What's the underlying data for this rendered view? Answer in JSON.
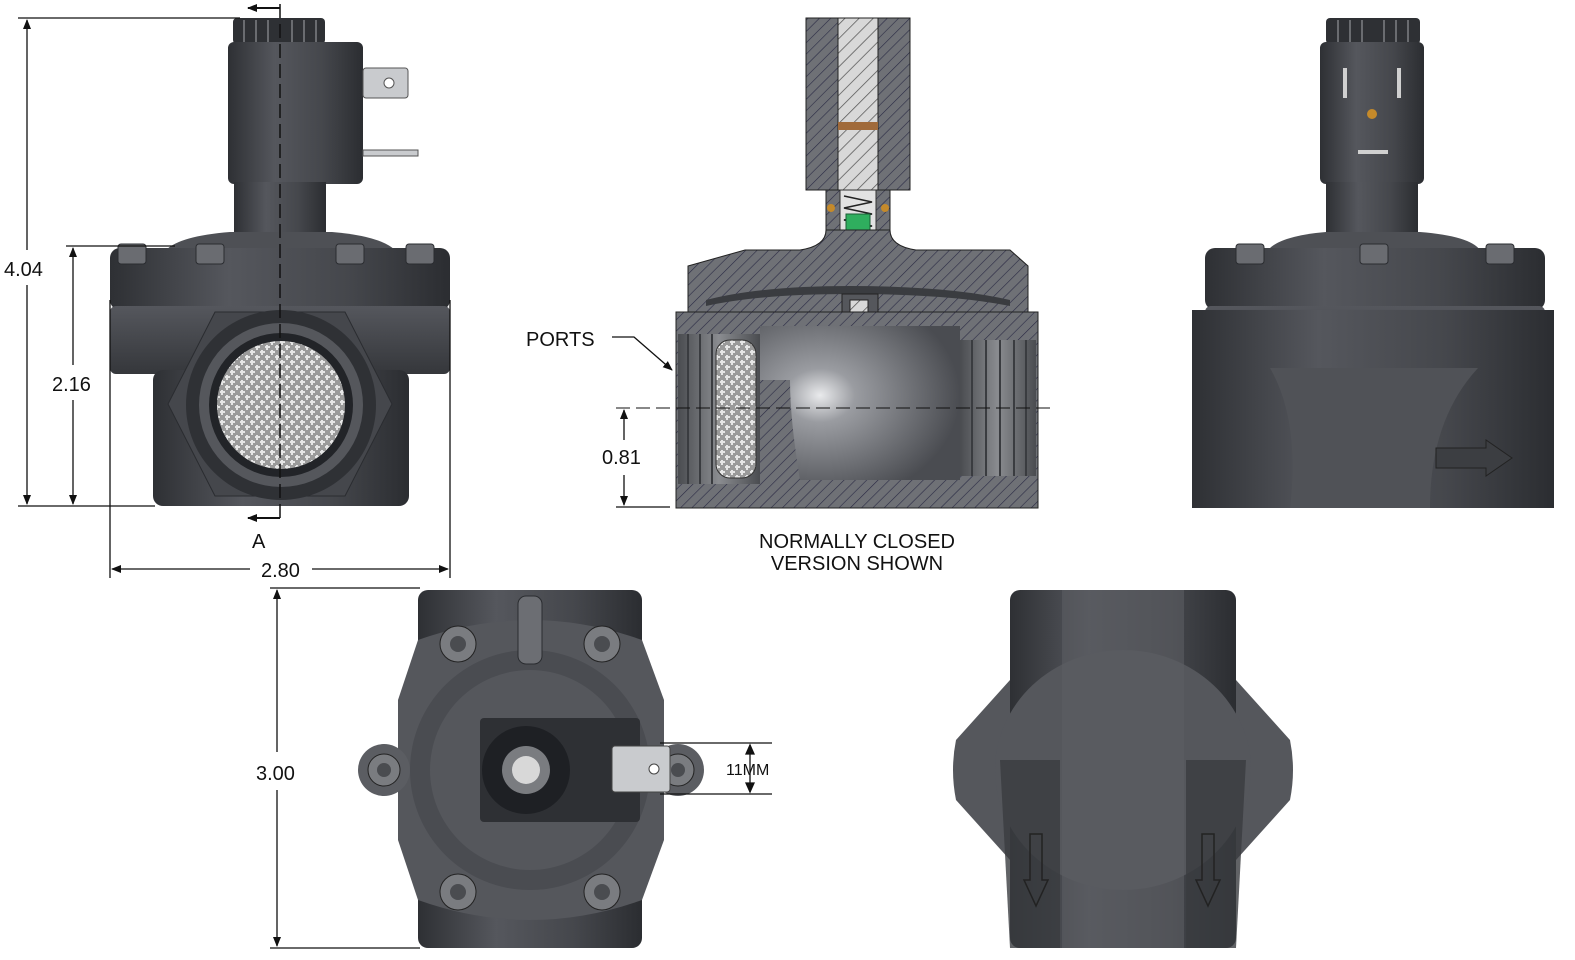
{
  "dimensions": {
    "overall_height": "4.04",
    "body_height": "2.16",
    "overall_width": "2.80",
    "port_center_height": "0.81",
    "base_depth": "3.00",
    "terminal_spacing": "11MM"
  },
  "labels": {
    "section_marker": "A",
    "ports_callout": "PORTS",
    "note_line1": "NORMALLY CLOSED",
    "note_line2": "VERSION SHOWN"
  },
  "colors": {
    "body_dark": "#3b3d42",
    "body_mid": "#55575d",
    "body_light": "#8a8c92",
    "section_fill": "#6c6e73",
    "hatch": "#2a2a44",
    "screen": "#c8c8c8",
    "green_part": "#2fae5e",
    "brass": "#c58a2a"
  }
}
